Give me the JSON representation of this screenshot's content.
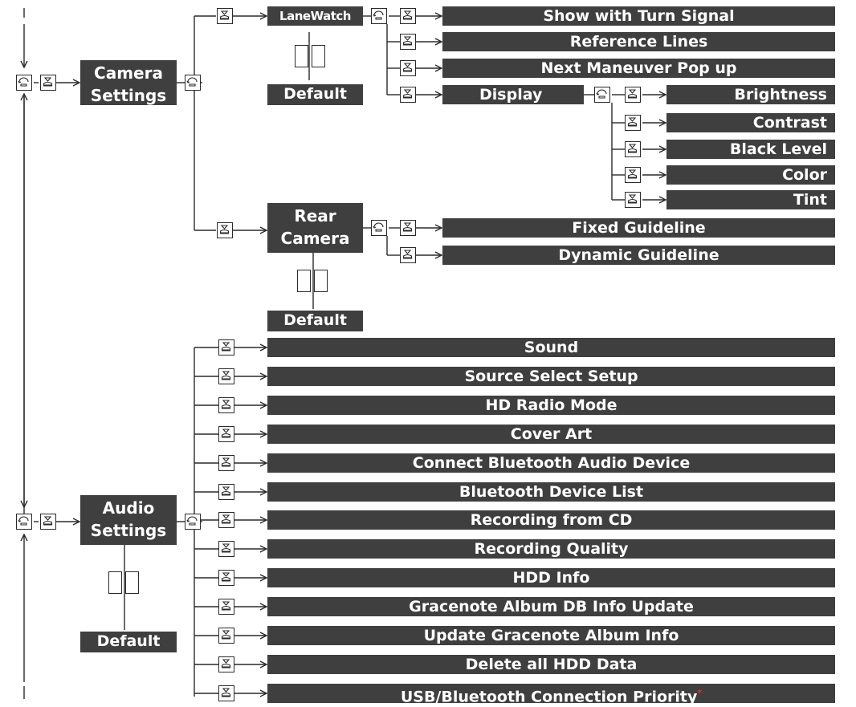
{
  "diagram": {
    "default_label": "Default",
    "camera_settings": {
      "label_line1": "Camera",
      "label_line2": "Settings",
      "lanewatch": {
        "label": "LaneWatch",
        "items": [
          "Show with Turn Signal",
          "Reference Lines",
          "Next Maneuver Pop up"
        ],
        "display": {
          "label": "Display",
          "items": [
            "Brightness",
            "Contrast",
            "Black Level",
            "Color",
            "Tint"
          ]
        }
      },
      "rear_camera": {
        "label_line1": "Rear",
        "label_line2": "Camera",
        "items": [
          "Fixed Guideline",
          "Dynamic Guideline"
        ]
      }
    },
    "audio_settings": {
      "label_line1": "Audio",
      "label_line2": "Settings",
      "items": [
        "Sound",
        "Source Select Setup",
        "HD Radio Mode",
        "Cover Art",
        "Connect Bluetooth Audio Device",
        "Bluetooth Device List",
        "Recording from CD",
        "Recording Quality",
        "HDD Info",
        "Gracenote Album DB Info Update",
        "Update Gracenote Album Info",
        "Delete all HDD Data",
        "USB/Bluetooth Connection Priority"
      ],
      "footnote_mark": "*"
    },
    "icons": {
      "rotate": "interface-dial-rotate-icon",
      "press": "interface-dial-press-icon",
      "up_down": "interface-dial-up-down-icon"
    },
    "colors": {
      "box_fill": "#3f3f3f",
      "box_text": "#ffffff",
      "line": "#2a2a2a",
      "footnote_mark": "#e0303a"
    }
  }
}
